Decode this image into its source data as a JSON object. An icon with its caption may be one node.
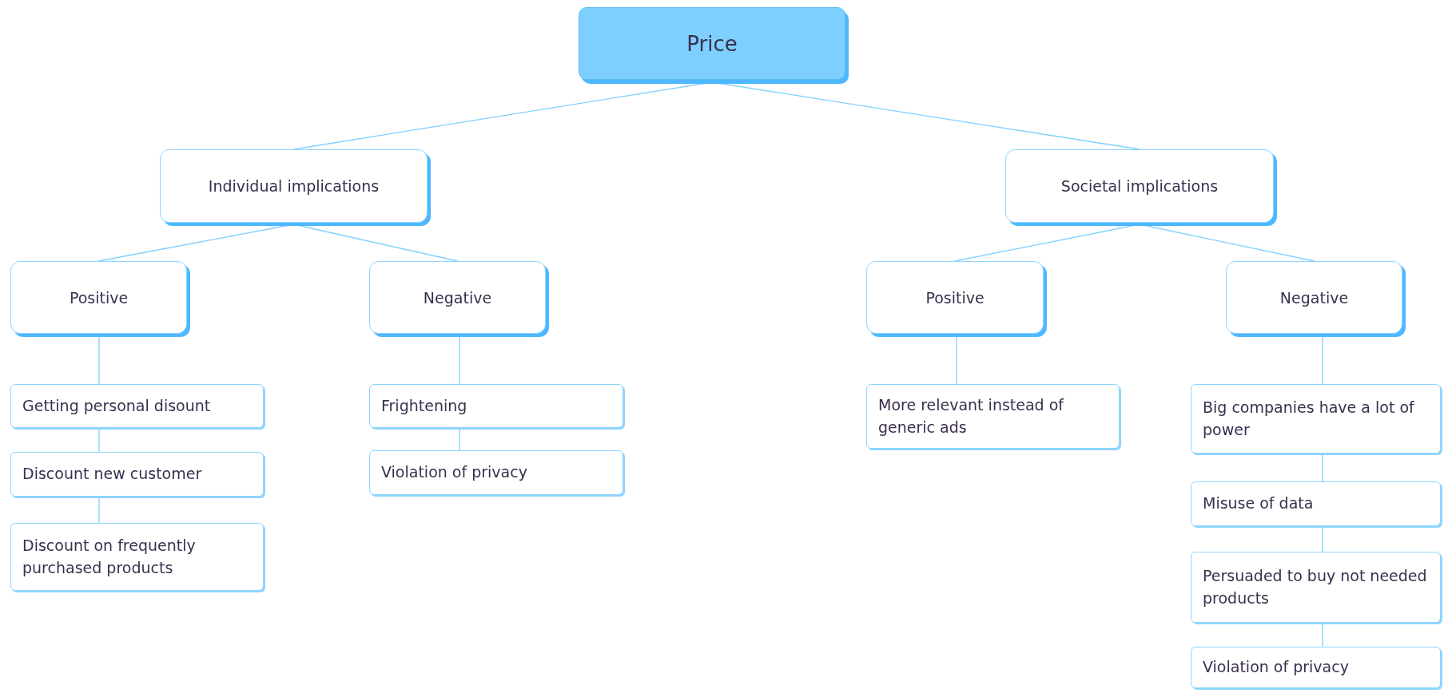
{
  "diagram": {
    "nodes": [
      {
        "text": [
          "Price"
        ]
      },
      {
        "text": [
          "Individual implications"
        ]
      },
      {
        "text": [
          "Societal implications"
        ]
      },
      {
        "text": [
          "Positive"
        ]
      },
      {
        "text": [
          "Negative"
        ]
      },
      {
        "text": [
          "Positive"
        ]
      },
      {
        "text": [
          "Negative"
        ]
      },
      {
        "text": [
          "Getting personal disount"
        ]
      },
      {
        "text": [
          "Discount new customer"
        ]
      },
      {
        "text": [
          "Discount on frequently purchased products"
        ]
      },
      {
        "text": [
          "Frightening"
        ]
      },
      {
        "text": [
          "Violation of privacy"
        ]
      },
      {
        "text": [
          "More relevant instead of generic ads"
        ]
      },
      {
        "text": [
          "Big companies have a lot of power"
        ]
      },
      {
        "text": [
          "Misuse of data"
        ]
      },
      {
        "text": [
          "Persuaded to buy not needed products"
        ]
      },
      {
        "text": [
          "Violation of privacy"
        ]
      }
    ],
    "edges": [
      {
        "from": 0,
        "to": 1,
        "arrow": "none"
      },
      {
        "from": 0,
        "to": 2,
        "arrow": "none"
      },
      {
        "from": 1,
        "to": 3,
        "arrow": "none"
      },
      {
        "from": 1,
        "to": 4,
        "arrow": "none"
      },
      {
        "from": 2,
        "to": 5,
        "arrow": "none"
      },
      {
        "from": 2,
        "to": 6,
        "arrow": "none"
      },
      {
        "from": 3,
        "to": 7,
        "arrow": "none"
      },
      {
        "from": 7,
        "to": 8,
        "arrow": "none"
      },
      {
        "from": 8,
        "to": 9,
        "arrow": "none"
      },
      {
        "from": 4,
        "to": 10,
        "arrow": "none"
      },
      {
        "from": 10,
        "to": 11,
        "arrow": "none"
      },
      {
        "from": 5,
        "to": 12,
        "arrow": "none"
      },
      {
        "from": 6,
        "to": 13,
        "arrow": "none"
      },
      {
        "from": 13,
        "to": 14,
        "arrow": "none"
      },
      {
        "from": 14,
        "to": 15,
        "arrow": "none"
      },
      {
        "from": 15,
        "to": 16,
        "arrow": "none"
      }
    ]
  }
}
